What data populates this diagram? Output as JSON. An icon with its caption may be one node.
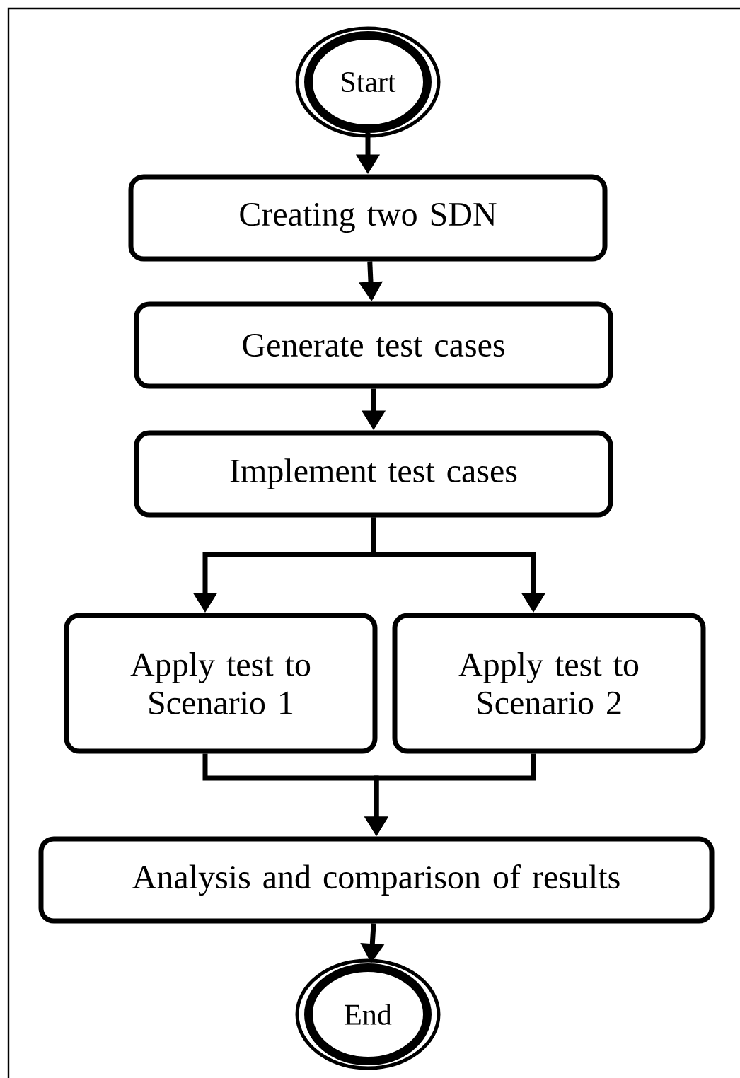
{
  "diagram": {
    "nodes": [
      {
        "text": [
          "Start"
        ]
      },
      {
        "text": [
          "Creating two SDN"
        ]
      },
      {
        "text": [
          "Generate test cases"
        ]
      },
      {
        "text": [
          "Implement test cases"
        ]
      },
      {
        "text": [
          "Apply test to Scenario 1"
        ]
      },
      {
        "text": [
          "Apply test to Scenario 2"
        ]
      },
      {
        "text": [
          "Analysis and comparison of results"
        ]
      },
      {
        "text": [
          "End"
        ]
      }
    ],
    "edges": [
      {
        "from": 0,
        "to": 1,
        "arrow": "to"
      },
      {
        "from": 1,
        "to": 2,
        "arrow": "to"
      },
      {
        "from": 2,
        "to": 3,
        "arrow": "to"
      },
      {
        "from": 3,
        "to": 4,
        "arrow": "to"
      },
      {
        "from": 3,
        "to": 5,
        "arrow": "to"
      },
      {
        "from": 4,
        "to": 6,
        "arrow": "to"
      },
      {
        "from": 5,
        "to": 6,
        "arrow": "to"
      },
      {
        "from": 6,
        "to": 7,
        "arrow": "to"
      }
    ]
  }
}
